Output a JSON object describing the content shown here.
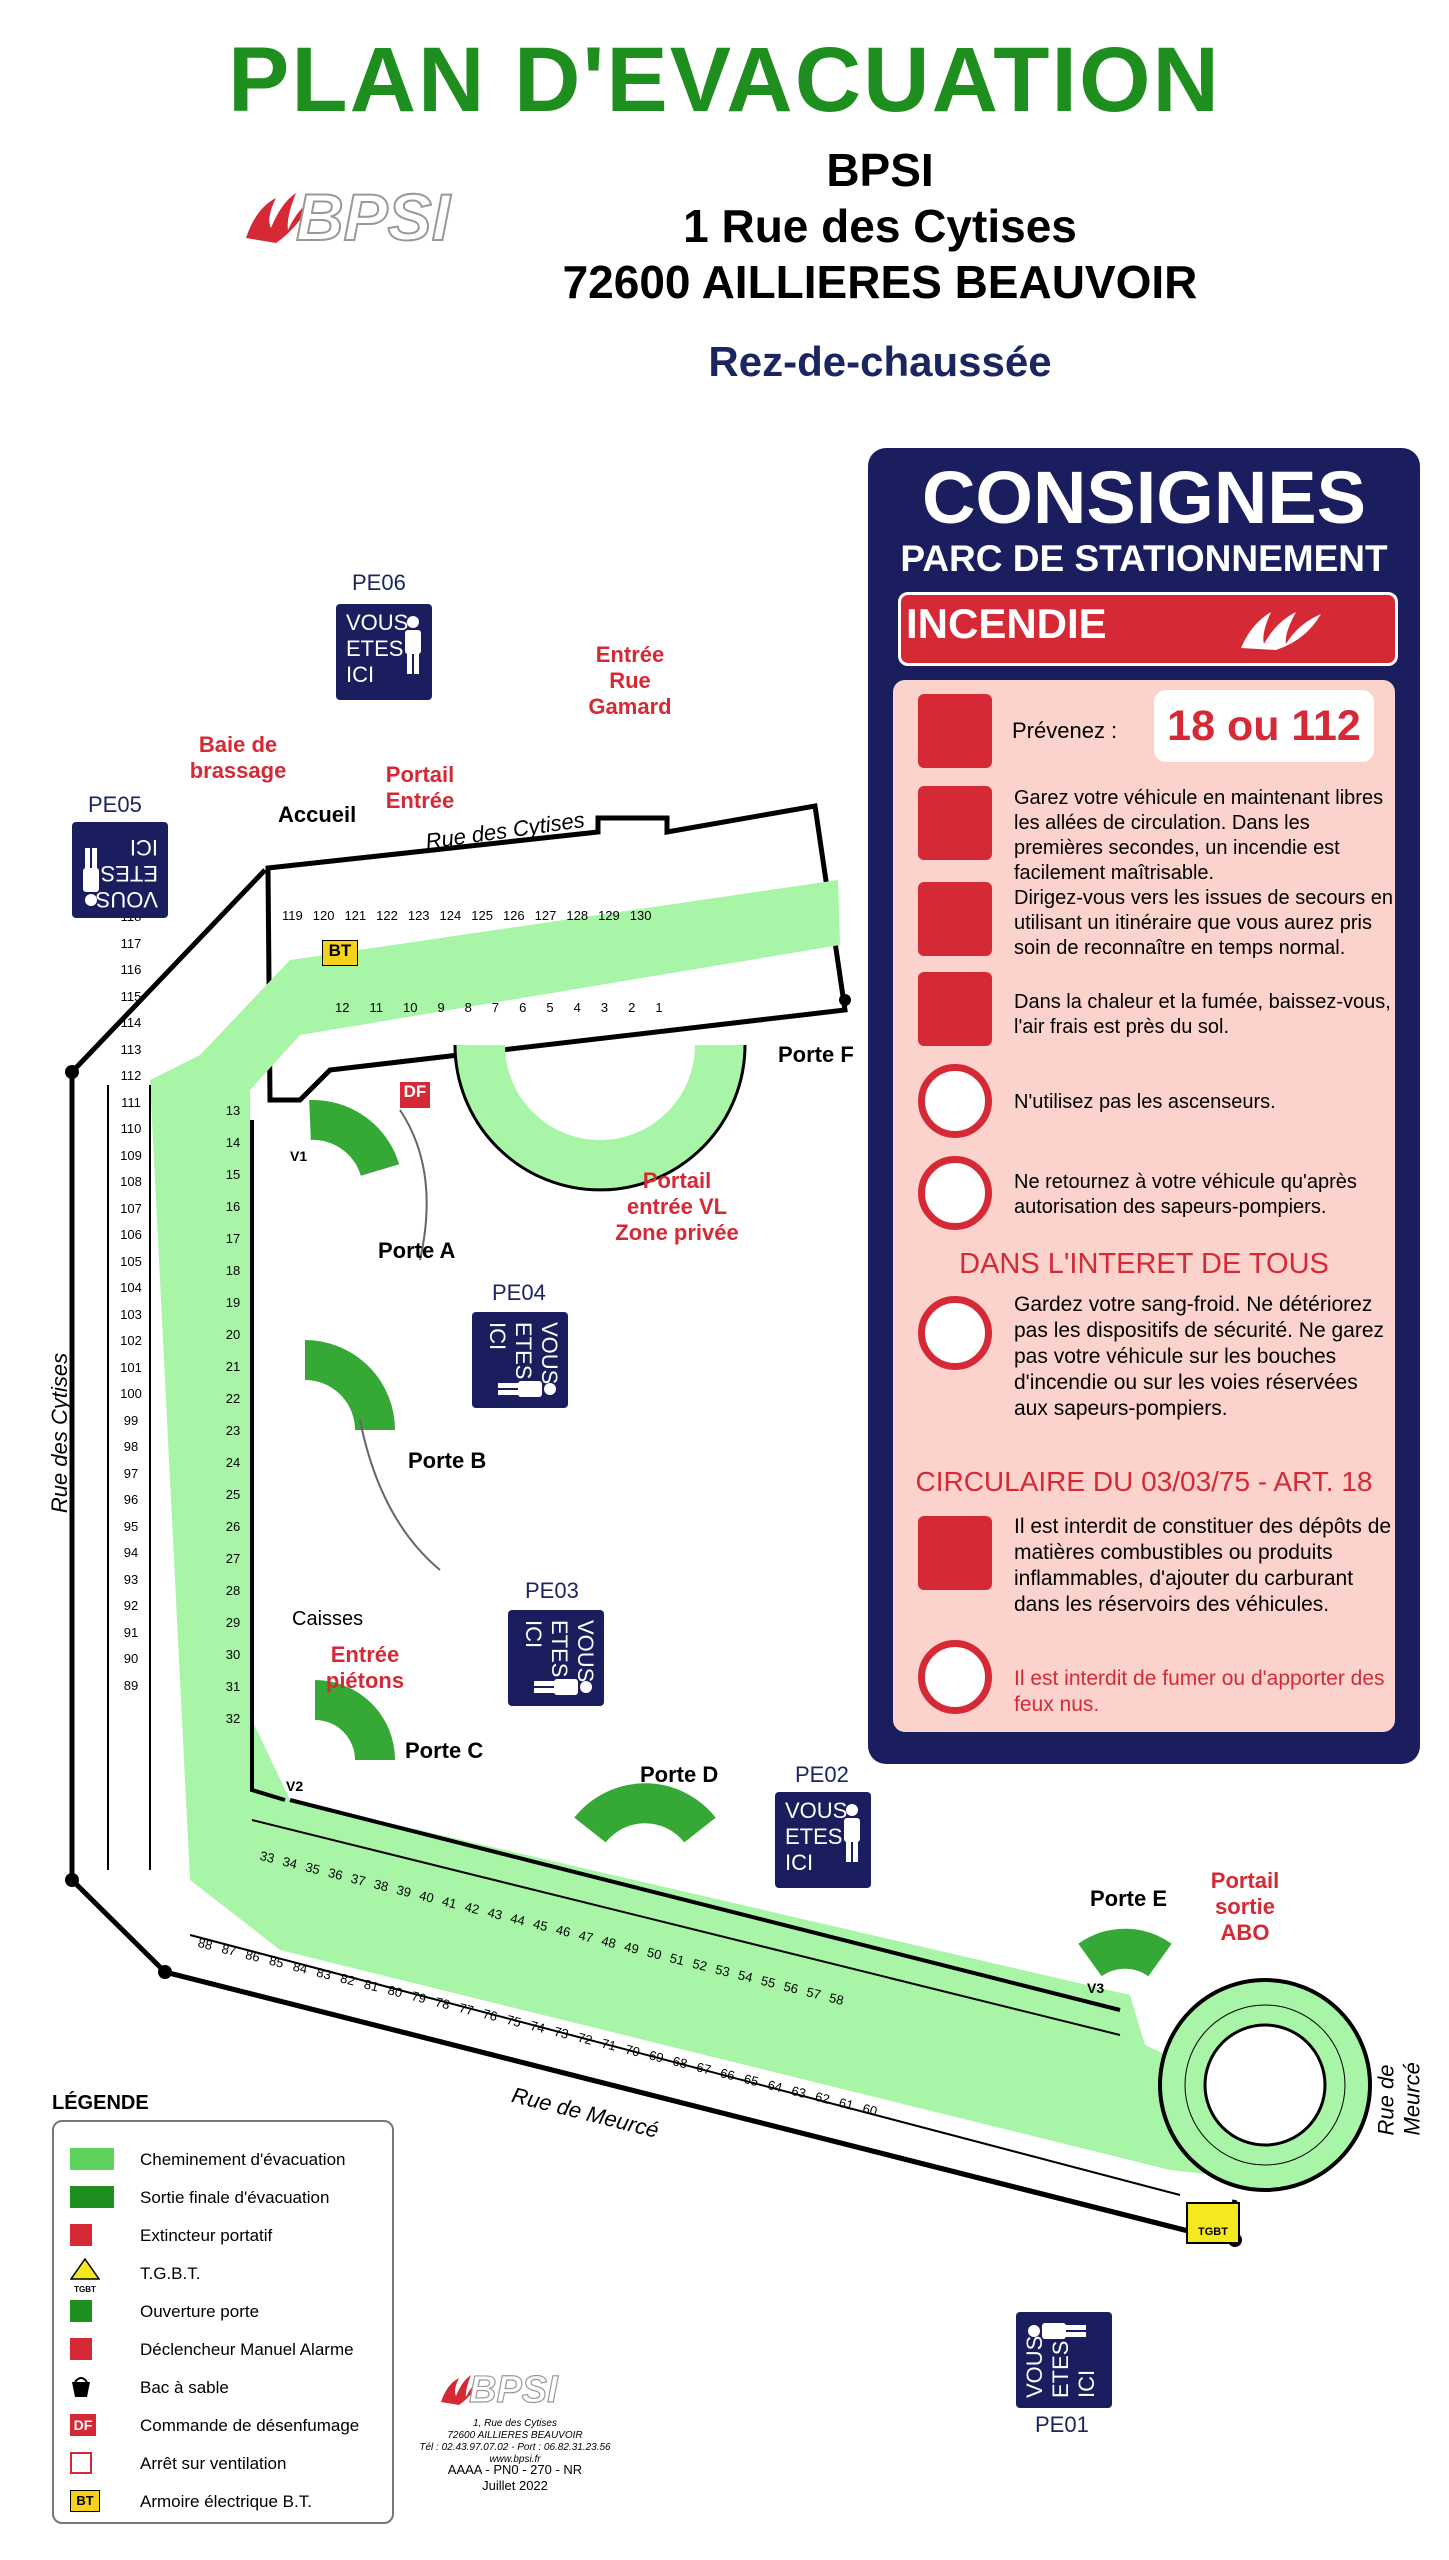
{
  "header": {
    "title": "PLAN  D'EVACUATION",
    "company": "BPSI",
    "street": "1 Rue des Cytises",
    "city": "72600 AILLIERES BEAUVOIR",
    "floor": "Rez-de-chaussée",
    "logo_text": "BPSI"
  },
  "consignes": {
    "title": "CONSIGNES",
    "subtitle": "PARC DE STATIONNEMENT",
    "incendie": "INCENDIE",
    "prevenez": "Prévenez :",
    "number": "18 ou 112",
    "items": [
      "Garez votre véhicule en maintenant libres les allées de circulation. Dans les premières secondes, un incendie est facilement maîtrisable.",
      "Dirigez-vous vers les issues de secours en utilisant un itinéraire que vous aurez pris soin de reconnaître en temps normal.",
      "Dans la chaleur et la fumée, baissez-vous, l'air frais est près du sol.",
      "N'utilisez pas les ascenseurs.",
      "Ne retournez à votre véhicule qu'après autorisation des sapeurs-pompiers."
    ],
    "section_interet": "DANS L'INTERET DE TOUS",
    "interet_text": "Gardez votre sang-froid. Ne détériorez pas les dispositifs de sécurité. Ne garez pas votre véhicule sur les bouches d'incendie ou sur les voies réservées aux sapeurs-pompiers.",
    "section_circulaire": "CIRCULAIRE DU 03/03/75 - ART. 18",
    "circulaire_text": "Il est interdit de constituer des dépôts de matières combustibles ou produits inflammables, d'ajouter du carburant dans les réservoirs des véhicules.",
    "fumer_text": "Il est interdit de fumer ou d'apporter des feux nus."
  },
  "map": {
    "vous_etes_ici": "VOUS ETES ICI",
    "pe_codes": [
      "PE06",
      "PE05",
      "PE04",
      "PE03",
      "PE02",
      "PE01"
    ],
    "streets": [
      "Rue des Cytises",
      "Rue des Cytises",
      "Rue de Meurcé",
      "Rue de Meurcé"
    ],
    "red_labels": [
      "Baie de brassage",
      "Portail Entrée",
      "Entrée Rue Gamard",
      "Portail entrée VL Zone privée",
      "Entrée piétons",
      "Portail sortie ABO"
    ],
    "black_labels": [
      "Accueil",
      "Porte F",
      "Porte A",
      "Porte B",
      "Caisses",
      "Porte C",
      "Porte D",
      "Porte E"
    ],
    "small_tags": [
      "BT",
      "DF",
      "V1",
      "V2",
      "V3",
      "TGBT"
    ],
    "spaces_top": [
      "119",
      "120",
      "121",
      "122",
      "123",
      "124",
      "125",
      "126",
      "127",
      "128",
      "129",
      "130"
    ],
    "spaces_top_inner": [
      "12",
      "11",
      "10",
      "9",
      "8",
      "7",
      "6",
      "5",
      "4",
      "3",
      "2",
      "1"
    ],
    "spaces_left_outer": [
      "118",
      "117",
      "116",
      "115",
      "114",
      "113",
      "112",
      "111",
      "110",
      "109",
      "108",
      "107",
      "106",
      "105",
      "104",
      "103",
      "102",
      "101",
      "100",
      "99",
      "98",
      "97",
      "96",
      "95",
      "94",
      "93",
      "92",
      "91",
      "90",
      "89"
    ],
    "spaces_left_inner": [
      "13",
      "14",
      "15",
      "16",
      "17",
      "18",
      "19",
      "20",
      "21",
      "22",
      "23",
      "24",
      "25",
      "26",
      "27",
      "28",
      "29",
      "30",
      "31",
      "32"
    ],
    "spaces_bottom_inner": [
      "33",
      "34",
      "35",
      "36",
      "37",
      "38",
      "39",
      "40",
      "41",
      "42",
      "43",
      "44",
      "45",
      "46",
      "47",
      "48",
      "49",
      "50",
      "51",
      "52",
      "53",
      "54",
      "55",
      "56",
      "57",
      "58"
    ],
    "spaces_bottom_outer": [
      "88",
      "87",
      "86",
      "85",
      "84",
      "83",
      "82",
      "81",
      "80",
      "79",
      "78",
      "77",
      "76",
      "75",
      "74",
      "73",
      "72",
      "71",
      "70",
      "69",
      "68",
      "67",
      "66",
      "65",
      "64",
      "63",
      "62",
      "61",
      "60"
    ]
  },
  "legend": {
    "title": "LÉGENDE",
    "items": [
      "Cheminement d'évacuation",
      "Sortie finale d'évacuation",
      "Extincteur portatif",
      "T.G.B.T.",
      "Ouverture porte",
      "Déclencheur Manuel Alarme",
      "Bac à sable",
      "Commande de désenfumage",
      "Arrêt sur ventilation",
      "Armoire électrique B.T."
    ],
    "icon_tags": [
      "TGBT",
      "DF",
      "BT"
    ]
  },
  "footer": {
    "logo_text": "BPSI",
    "address_small": "1, Rue des Cytises\n72600 AILLIERES BEAUVOIR\nTél : 02.43.97.07.02 - Port : 06.82.31.23.56\nwww.bpsi.fr",
    "ref": "AAAA - PN0 - 270 - NR",
    "date": "Juillet 2022"
  },
  "colors": {
    "title_green": "#1e8f1e",
    "navy": "#1b1e5e",
    "red": "#d52a36",
    "path_green": "#a8f5a8",
    "pink": "#fbd3cc"
  }
}
